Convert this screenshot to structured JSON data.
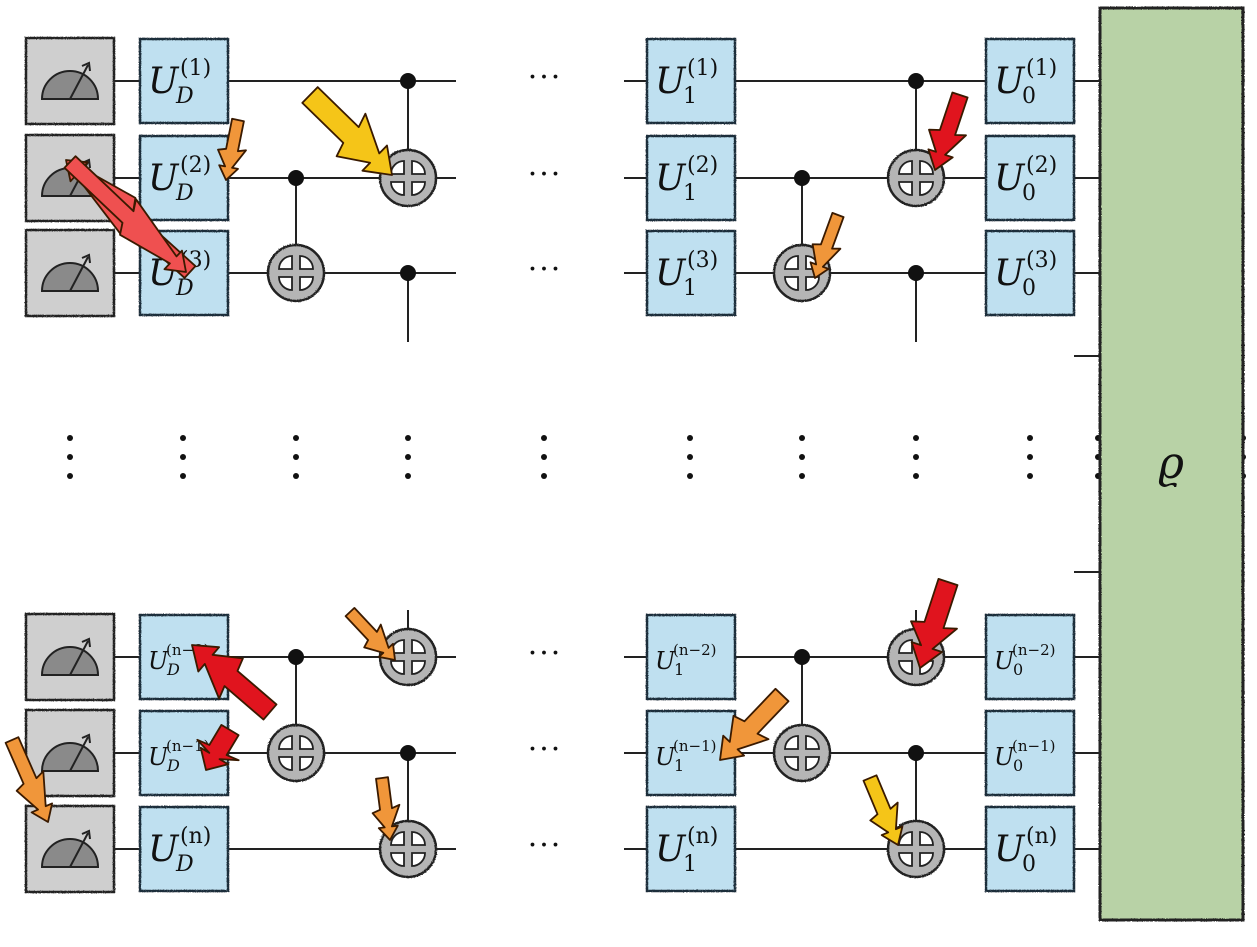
{
  "state_label": "ϱ",
  "ellipsis": "···",
  "gate_labels": {
    "col_D": [
      {
        "main": "U",
        "sub": "D",
        "sup": "(1)"
      },
      {
        "main": "U",
        "sub": "D",
        "sup": "(2)"
      },
      {
        "main": "U",
        "sub": "D",
        "sup": "(3)"
      },
      {
        "main": "U",
        "sub": "D",
        "sup": "(n−2)"
      },
      {
        "main": "U",
        "sub": "D",
        "sup": "(n−1)"
      },
      {
        "main": "U",
        "sub": "D",
        "sup": "(n)"
      }
    ],
    "col_1": [
      {
        "main": "U",
        "sub": "1",
        "sup": "(1)"
      },
      {
        "main": "U",
        "sub": "1",
        "sup": "(2)"
      },
      {
        "main": "U",
        "sub": "1",
        "sup": "(3)"
      },
      {
        "main": "U",
        "sub": "1",
        "sup": "(n−2)"
      },
      {
        "main": "U",
        "sub": "1",
        "sup": "(n−1)"
      },
      {
        "main": "U",
        "sub": "1",
        "sup": "(n)"
      }
    ],
    "col_0": [
      {
        "main": "U",
        "sub": "0",
        "sup": "(1)"
      },
      {
        "main": "U",
        "sub": "0",
        "sup": "(2)"
      },
      {
        "main": "U",
        "sub": "0",
        "sup": "(3)"
      },
      {
        "main": "U",
        "sub": "0",
        "sup": "(n−2)"
      },
      {
        "main": "U",
        "sub": "0",
        "sup": "(n−1)"
      },
      {
        "main": "U",
        "sub": "0",
        "sup": "(n)"
      }
    ]
  },
  "colors": {
    "gate_fill": "#bfe0f0",
    "gate_stroke": "#1e2f3a",
    "meter_fill": "#cfcfcf",
    "xor_fill": "#b5b5b5",
    "state_fill": "#b8d2a6",
    "bolt_yellow": "#f5c518",
    "bolt_orange": "#f0963a",
    "bolt_red": "#e0141e",
    "bolt_salmon": "#ef5050"
  },
  "icons": [
    "measurement-meter-icon",
    "cnot-target-icon",
    "control-dot-icon",
    "lightning-bolt-icon"
  ]
}
